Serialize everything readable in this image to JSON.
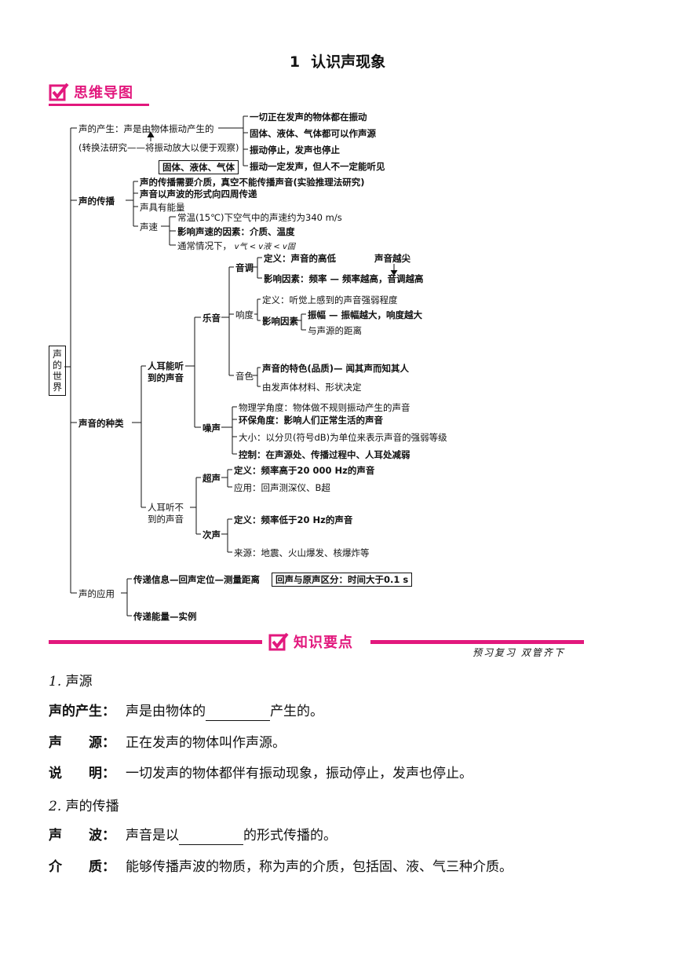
{
  "title": {
    "number": "1",
    "text": "认识声现象"
  },
  "section1": {
    "label": "思维导图"
  },
  "mindmap": {
    "root": "声的世界",
    "production": {
      "label": "声的产生：声是由物体振动产生的",
      "method": "(转换法研究——将振动放大以便于观察)",
      "sources_box": "固体、液体、气体",
      "points": [
        "一切正在发声的物体都在振动",
        "固体、液体、气体都可以作声源",
        "振动停止，发声也停止",
        "振动一定发声，但人不一定能听见"
      ]
    },
    "propagation": {
      "label": "声的传播",
      "items": [
        "声的传播需要介质，真空不能传播声音(实验推理法研究)",
        "声音以声波的形式向四周传递",
        "声具有能量",
        "声速"
      ],
      "speed": [
        "常温(15℃)下空气中的声速约为340 m/s",
        "影响声速的因素：介质、温度",
        "通常情况下，"
      ],
      "speed_formula": "v气 < v液 < v固"
    },
    "types": {
      "label": "声音的种类",
      "audible": "人耳能听到的声音",
      "musical": "乐音",
      "pitch": {
        "label": "音调",
        "def": "定义：声音的高低",
        "factor": "影响因素：频率 — 频率越高，音调越高",
        "note": "声音越尖"
      },
      "loudness": {
        "label": "响度",
        "def": "定义：听觉上感到的声音强弱程度",
        "factor_label": "影响因素",
        "factors": [
          "振幅 — 振幅越大，响度越大",
          "与声源的距离"
        ]
      },
      "timbre": {
        "label": "音色",
        "items": [
          "声音的特色(品质)— 闻其声而知其人",
          "由发声体材料、形状决定"
        ]
      },
      "noise": {
        "label": "噪声",
        "items": [
          "物理学角度：物体做不规则振动产生的声音",
          "环保角度：影响人们正常生活的声音",
          "大小：以分贝(符号dB)为单位来表示声音的强弱等级",
          "控制：在声源处、传播过程中、人耳处减弱"
        ]
      },
      "inaudible": "人耳听不到的声音",
      "ultrasound": {
        "label": "超声",
        "items": [
          "定义：频率高于20 000 Hz的声音",
          "应用：回声测深仪、B超"
        ]
      },
      "infrasound": {
        "label": "次声",
        "items": [
          "定义：频率低于20 Hz的声音",
          "来源：地震、火山爆发、核爆炸等"
        ]
      }
    },
    "applications": {
      "label": "声的应用",
      "info": "传递信息—回声定位—测量距离",
      "echo_box": "回声与原声区分：时间大于0.1 s",
      "energy": "传递能量—实例"
    }
  },
  "section2": {
    "label": "知识要点",
    "motto": "预习复习 双管齐下"
  },
  "knowledge": {
    "h1": {
      "num": "1.",
      "text": "声源"
    },
    "p1": {
      "term": "声的产生：",
      "text_a": "声是由物体的",
      "text_b": "产生的。"
    },
    "p2": {
      "term": "声　　源：",
      "text": "正在发声的物体叫作声源。"
    },
    "p3": {
      "term": "说　　明：",
      "text": "一切发声的物体都伴有振动现象，振动停止，发声也停止。"
    },
    "h2": {
      "num": "2.",
      "text": "声的传播"
    },
    "p4": {
      "term": "声　　波：",
      "text_a": "声音是以",
      "text_b": "的形式传播的。"
    },
    "p5": {
      "term": "介　　质：",
      "text": "能够传播声波的物质，称为声的介质，包括固、液、气三种介质。"
    }
  }
}
